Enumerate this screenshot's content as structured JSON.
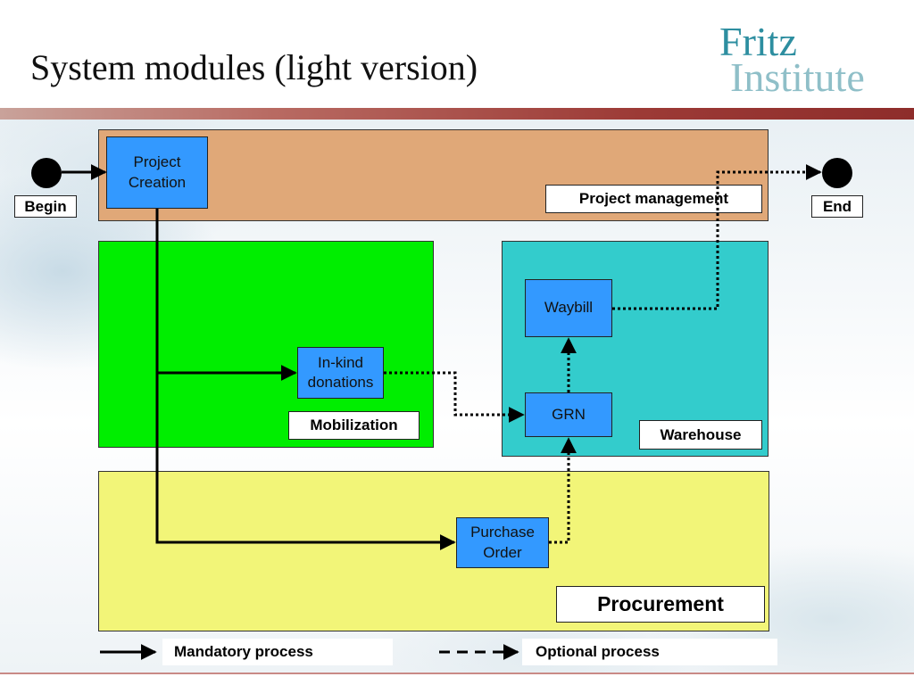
{
  "title": "System modules (light version)",
  "logo": {
    "line1": "Fritz",
    "line2": "Institute"
  },
  "modules": {
    "project_management": "Project management",
    "mobilization": "Mobilization",
    "warehouse": "Warehouse",
    "procurement": "Procurement"
  },
  "nodes": {
    "project_creation": "Project\nCreation",
    "inkind_donations": "In-kind\ndonations",
    "waybill": "Waybill",
    "grn": "GRN",
    "purchase_order": "Purchase\nOrder"
  },
  "terminals": {
    "begin": "Begin",
    "end": "End"
  },
  "legend": {
    "mandatory": "Mandatory process",
    "optional": "Optional process"
  }
}
